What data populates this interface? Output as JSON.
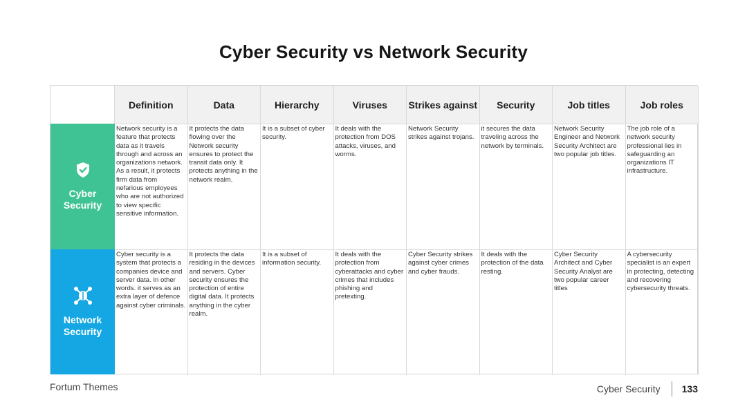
{
  "title": "Cyber Security vs Network Security",
  "columns": [
    "Definition",
    "Data",
    "Hierarchy",
    "Viruses",
    "Strikes against",
    "Security",
    "Job titles",
    "Job roles"
  ],
  "rows": [
    {
      "label_line1": "Cyber",
      "label_line2": "Security",
      "icon": "shield-check-icon",
      "color": "#3fc394",
      "cells": [
        "Network security is a feature that protects data as it travels through and across an organizations network. As a result, it protects firm data from nefarious employees who are not authorized to view specific sensitive information.",
        "It protects the data flowing over the Network security ensures to protect the transit data only. It protects anything in the network realm.",
        "It is a subset of cyber security.",
        "It deals with the protection from DOS attacks, viruses, and worms.",
        "Network Security strikes against trojans.",
        "it secures the data traveling across the network by terminals.",
        "Network Security Engineer and Network Security Architect are two popular job titles.",
        "The job role of a network security professional lies in safeguarding an organizations IT infrastructure."
      ]
    },
    {
      "label_line1": "Network",
      "label_line2": "Security",
      "icon": "network-bug-icon",
      "color": "#14a7e3",
      "cells": [
        "Cyber security is a system that protects a companies device and server data. In other words. it serves as an extra layer of defence against cyber criminals.",
        "It protects the data residing in the devices and servers. Cyber security ensures the protection of entire digital data. It protects anything in the cyber realm.",
        "It is a subset of information security.",
        "It deals with the protection from cyberattacks and cyber crimes that includes phishing and pretexting.",
        "Cyber Security strikes against cyber crimes and cyber frauds.",
        "It deals with the protection of the data resting.",
        "Cyber Security Architect and Cyber Security Analyst are two popular career titles",
        "A cybersecurity specialist is an expert in protecting, detecting and recovering cybersecurity threats."
      ]
    }
  ],
  "footer": {
    "brand": "Fortum Themes",
    "section": "Cyber Security",
    "page": "133"
  }
}
